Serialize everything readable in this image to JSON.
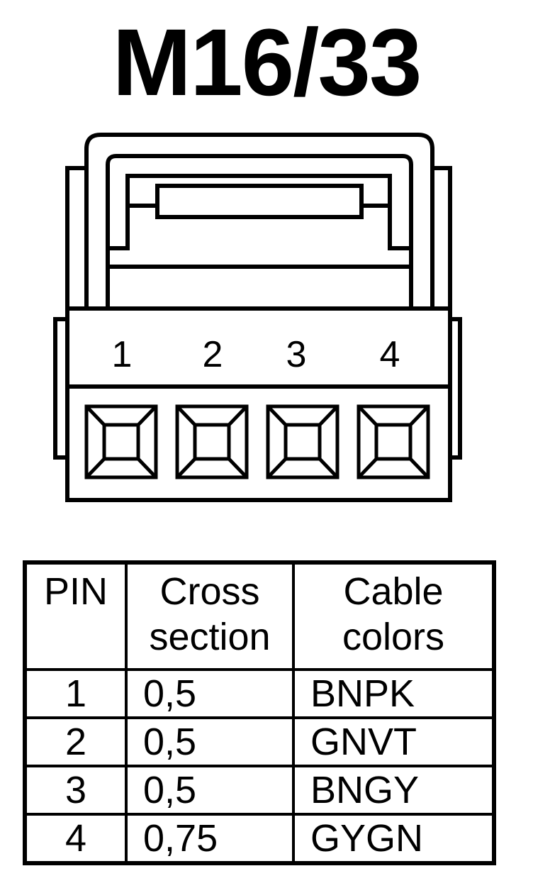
{
  "title": "M16/33",
  "connector": {
    "pin_labels": [
      "1",
      "2",
      "3",
      "4"
    ]
  },
  "table": {
    "headers": {
      "pin": "PIN",
      "cross_section": [
        "Cross",
        "section"
      ],
      "cable_colors": [
        "Cable",
        "colors"
      ]
    },
    "rows": [
      {
        "pin": "1",
        "cross_section": "0,5",
        "color": "BNPK"
      },
      {
        "pin": "2",
        "cross_section": "0,5",
        "color": "GNVT"
      },
      {
        "pin": "3",
        "cross_section": "0,5",
        "color": "BNGY"
      },
      {
        "pin": "4",
        "cross_section": "0,75",
        "color": "GYGN"
      }
    ]
  }
}
